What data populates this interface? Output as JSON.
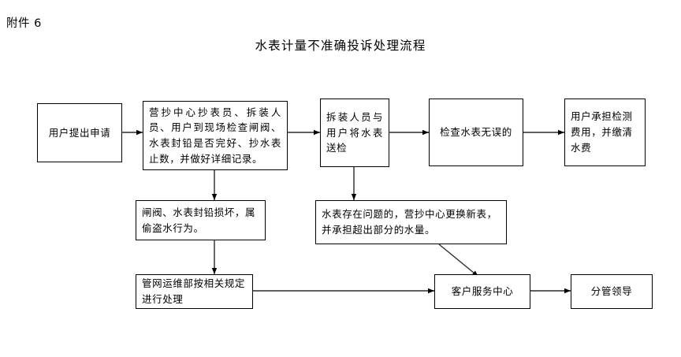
{
  "page": {
    "attachment_label": "附件 6",
    "title": "水表计量不准确投诉处理流程",
    "background_color": "#ffffff",
    "line_color": "#000000",
    "text_color": "#000000"
  },
  "nodes": [
    {
      "id": "n1",
      "label": "用户提出申请"
    },
    {
      "id": "n2",
      "label": "营抄中心抄表员、拆装人员、用户到现场检查闸阀、水表封铅是否完好、抄水表止数，并做好详细记录。"
    },
    {
      "id": "n3",
      "label": "拆装人员与用户将水表送检"
    },
    {
      "id": "n4",
      "label": "检查水表无误的"
    },
    {
      "id": "n5",
      "label": "用户承担检测费用，并缴清水费"
    },
    {
      "id": "n6",
      "label": "闸阀、水表封铅损坏，属偷盗水行为。"
    },
    {
      "id": "n7",
      "label": "水表存在问题的，营抄中心更换新表，并承担超出部分的水量。"
    },
    {
      "id": "n8",
      "label": "管网运维部按相关规定进行处理"
    },
    {
      "id": "n9",
      "label": "客户服务中心"
    },
    {
      "id": "n10",
      "label": "分管领导"
    }
  ],
  "edges": [
    {
      "from": "n1",
      "to": "n2",
      "direction": "right"
    },
    {
      "from": "n2",
      "to": "n3",
      "direction": "right"
    },
    {
      "from": "n3",
      "to": "n4",
      "direction": "right"
    },
    {
      "from": "n4",
      "to": "n5",
      "direction": "right"
    },
    {
      "from": "n2",
      "to": "n6",
      "direction": "down"
    },
    {
      "from": "n3",
      "to": "n7",
      "direction": "down"
    },
    {
      "from": "n6",
      "to": "n8",
      "direction": "down"
    },
    {
      "from": "n7",
      "to": "n9",
      "direction": "diagonal-down-right"
    },
    {
      "from": "n8",
      "to": "n9",
      "direction": "right"
    },
    {
      "from": "n9",
      "to": "n10",
      "direction": "right"
    }
  ]
}
